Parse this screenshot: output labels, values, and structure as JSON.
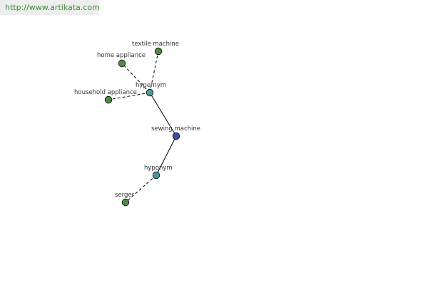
{
  "header": {
    "url": "http://www.artikata.com"
  },
  "colors": {
    "center": "#3f4fa6",
    "relation": "#4a9a9a",
    "leaf": "#4f8a45"
  },
  "graph": {
    "nodes": [
      {
        "id": "sewing-machine",
        "label": "sewing machine",
        "kind": "center"
      },
      {
        "id": "hypernym",
        "label": "hypernym",
        "kind": "relation"
      },
      {
        "id": "hyponym",
        "label": "hyponym",
        "kind": "relation"
      },
      {
        "id": "textile-machine",
        "label": "textile machine",
        "kind": "leaf"
      },
      {
        "id": "home-appliance",
        "label": "home appliance",
        "kind": "leaf"
      },
      {
        "id": "household-appliance",
        "label": "household appliance",
        "kind": "leaf"
      },
      {
        "id": "serger",
        "label": "serger",
        "kind": "leaf"
      }
    ],
    "edges": [
      {
        "from": "sewing-machine",
        "to": "hypernym",
        "style": "solid"
      },
      {
        "from": "sewing-machine",
        "to": "hyponym",
        "style": "solid"
      },
      {
        "from": "hypernym",
        "to": "textile-machine",
        "style": "dashed"
      },
      {
        "from": "hypernym",
        "to": "home-appliance",
        "style": "dashed"
      },
      {
        "from": "hypernym",
        "to": "household-appliance",
        "style": "dashed"
      },
      {
        "from": "hyponym",
        "to": "serger",
        "style": "dashed"
      }
    ]
  }
}
